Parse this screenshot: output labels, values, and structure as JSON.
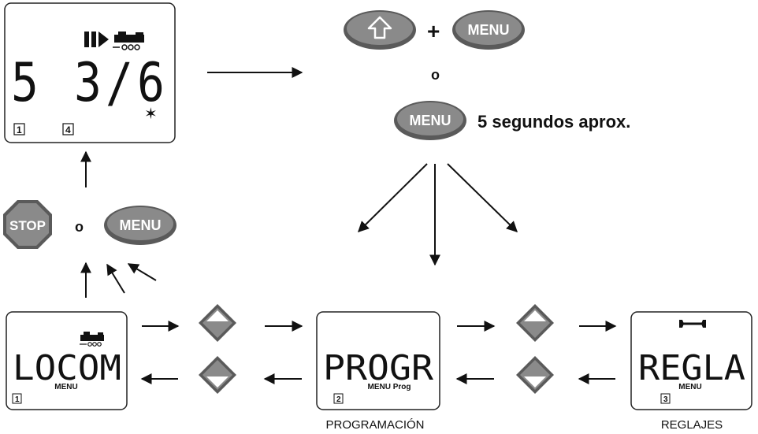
{
  "colors": {
    "button_fill": "#8a8a8a",
    "button_rim": "#5a5a5a",
    "button_text": "#ffffff",
    "arrow": "#111111",
    "lcd_border": "#222222"
  },
  "top_display": {
    "digits": "5 3/6",
    "indicator_1": "1",
    "indicator_4": "4",
    "star": "✶",
    "icons": [
      "pause-play-icon",
      "locomotive-icon"
    ]
  },
  "combo": {
    "shift_icon": "shift-arrow-icon",
    "plus": "+",
    "menu_label": "MENU",
    "or_1": "o",
    "menu_label_2": "MENU",
    "hold_text": "5 segundos aprox."
  },
  "stop_menu": {
    "stop_label": "STOP",
    "or_text": "o",
    "menu_label": "MENU"
  },
  "displays": [
    {
      "id": "locom",
      "lcd_text": "LOCOM",
      "sub": "MENU",
      "index": "1",
      "caption": "",
      "icon": "locomotive-icon"
    },
    {
      "id": "progr",
      "lcd_text": "PROGR",
      "sub": "MENU Prog",
      "index": "2",
      "caption": "PROGRAMACIÓN",
      "icon": ""
    },
    {
      "id": "regla",
      "lcd_text": "REGLA",
      "sub": "MENU",
      "index": "3",
      "caption": "REGLAJES",
      "icon": "wrench-icon"
    }
  ],
  "nav_buttons": [
    "up-nav-button",
    "down-nav-button"
  ]
}
